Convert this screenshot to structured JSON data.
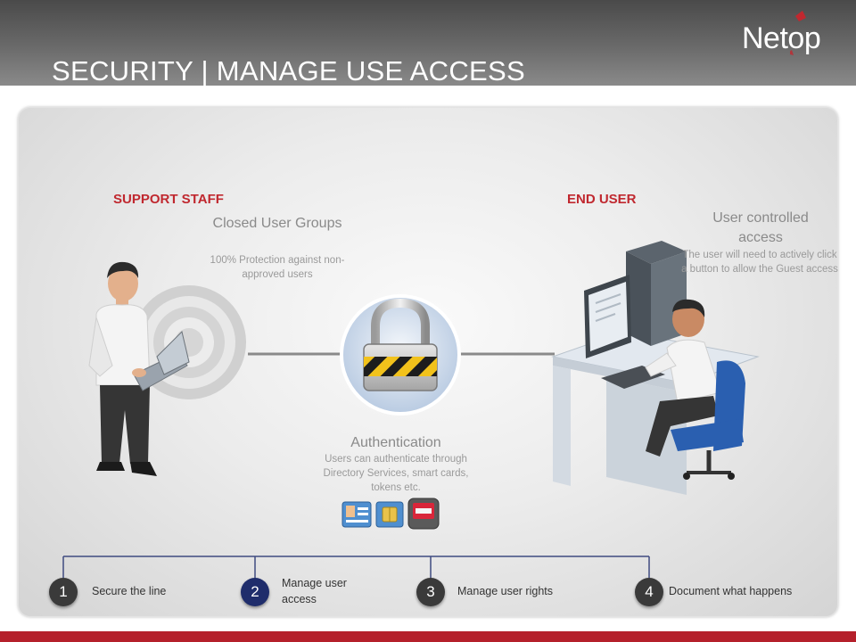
{
  "header": {
    "title": "SECURITY | MANAGE USE ACCESS",
    "logo_text": "Netop"
  },
  "left": {
    "section_label": "SUPPORT STAFF",
    "heading": "Closed User Groups",
    "description": "100% Protection against non-approved users"
  },
  "center": {
    "heading": "Authentication",
    "description": "Users can authenticate through Directory Services, smart cards, tokens etc."
  },
  "right": {
    "section_label": "END USER",
    "heading": "User controlled access",
    "description": "The user will need to actively click a button to allow the Guest access"
  },
  "steps": [
    {
      "number": "1",
      "label": "Secure the line"
    },
    {
      "number": "2",
      "label": "Manage user access"
    },
    {
      "number": "3",
      "label": "Manage user rights"
    },
    {
      "number": "4",
      "label": "Document what happens"
    }
  ],
  "colors": {
    "accent_red": "#c0282f",
    "active_step": "#1f2d6b",
    "inactive_step": "#3a3a3a"
  },
  "icons": [
    "padlock-icon",
    "id-card-icon",
    "sim-card-icon",
    "token-icon",
    "support-staff-person",
    "end-user-workstation"
  ]
}
